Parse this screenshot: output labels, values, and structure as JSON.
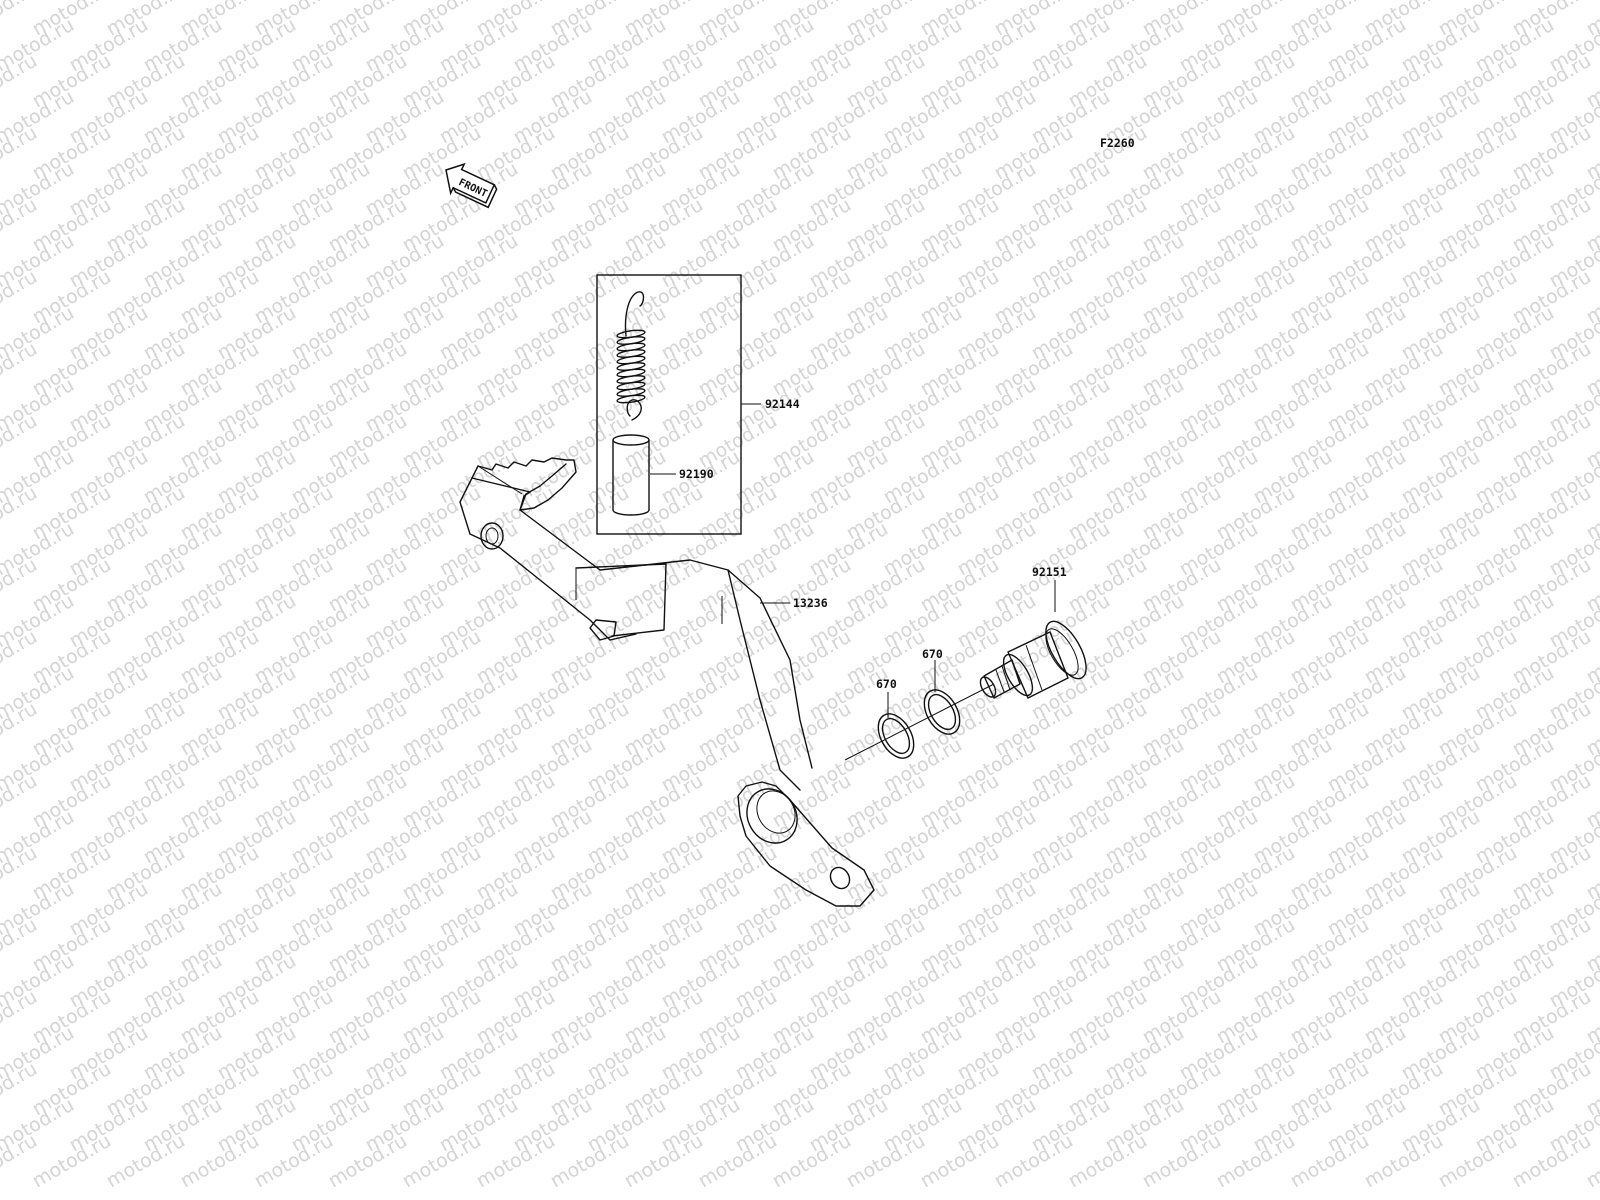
{
  "watermark": {
    "text": "motod.ru",
    "color": "#d4d4d4"
  },
  "figure_code": "F2260",
  "front_arrow": {
    "label": "FRONT",
    "icon": "front-direction-arrow-icon"
  },
  "parts": [
    {
      "id": "kit",
      "number": "92144",
      "name": "spring-kit"
    },
    {
      "id": "collar",
      "number": "92190",
      "name": "collar"
    },
    {
      "id": "pedal",
      "number": "13236",
      "name": "brake-pedal"
    },
    {
      "id": "bolt",
      "number": "92151",
      "name": "pivot-bolt"
    },
    {
      "id": "oring1",
      "number": "670",
      "name": "o-ring"
    },
    {
      "id": "oring2",
      "number": "670",
      "name": "o-ring"
    }
  ]
}
